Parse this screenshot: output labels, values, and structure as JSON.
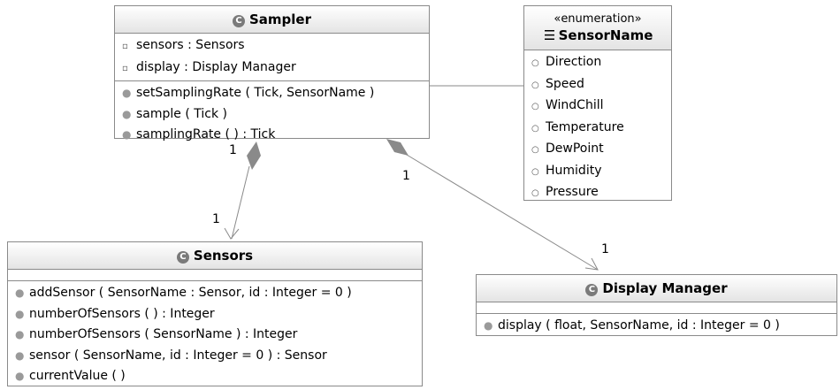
{
  "classes": {
    "sampler": {
      "name": "Sampler",
      "attributes": [
        "sensors : Sensors",
        "display : Display Manager"
      ],
      "operations": [
        "setSamplingRate ( Tick, SensorName )",
        "sample ( Tick )",
        "samplingRate ( ) : Tick"
      ]
    },
    "sensor_name": {
      "stereotype": "«enumeration»",
      "name": "SensorName",
      "literals": [
        "Direction",
        "Speed",
        "WindChill",
        "Temperature",
        "DewPoint",
        "Humidity",
        "Pressure"
      ]
    },
    "sensors": {
      "name": "Sensors",
      "operations": [
        "addSensor ( SensorName : Sensor, id : Integer = 0 )",
        "numberOfSensors ( ) : Integer",
        "numberOfSensors ( SensorName ) : Integer",
        "sensor ( SensorName, id : Integer = 0 ) : Sensor",
        "currentValue ( )"
      ]
    },
    "display_manager": {
      "name": "Display Manager",
      "operations": [
        "display ( float, SensorName, id : Integer = 0 )"
      ]
    }
  },
  "multiplicities": {
    "sampler_sensors_source": "1",
    "sampler_sensors_target": "1",
    "sampler_display_source": "1",
    "sampler_display_target": "1"
  },
  "icons": {
    "class_icon": "C",
    "enum_icon": "☰",
    "attribute_icon": "▫",
    "operation_icon": "●",
    "literal_icon": "○"
  },
  "colors": {
    "border": "#8a8a8a",
    "header": "#e4e4e4",
    "icon": "#7a7a7a"
  }
}
